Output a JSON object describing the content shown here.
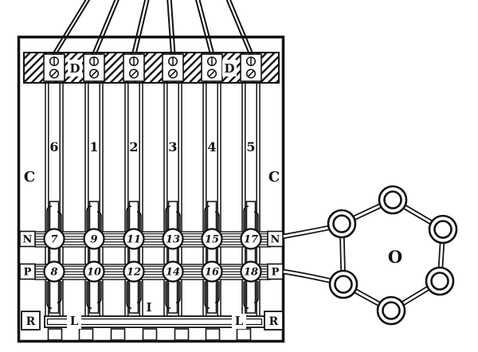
{
  "diagram": {
    "columns": [
      "6",
      "1",
      "2",
      "3",
      "4",
      "5"
    ],
    "contacts_top": [
      "7",
      "9",
      "11",
      "13",
      "15",
      "17"
    ],
    "contacts_bottom": [
      "8",
      "10",
      "12",
      "14",
      "16",
      "18"
    ],
    "labels": {
      "d_left": "D",
      "d_right": "D",
      "c_left": "C",
      "c_right": "C",
      "n_left": "N",
      "n_right": "N",
      "p_left": "P",
      "p_right": "P",
      "r_left": "R",
      "r_right": "R",
      "l_left": "L",
      "l_right": "L",
      "i_center": "I",
      "o_ring": "O"
    },
    "icons": {
      "terminal_top": "circle-with-vertical-bar",
      "terminal_bottom": "circle-with-slash",
      "hook": "spring-hook",
      "roller": "double-ring-roller"
    },
    "colors": {
      "ink": "#111111",
      "paper": "#ffffff"
    }
  }
}
